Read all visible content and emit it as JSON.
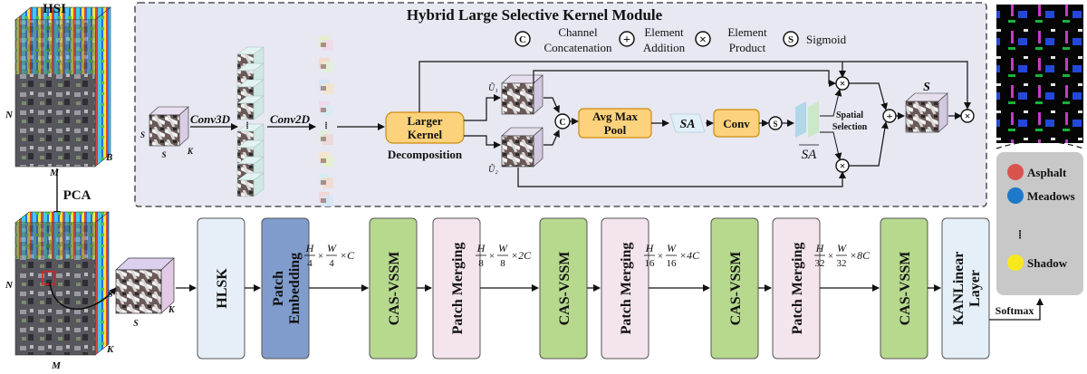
{
  "hsi": {
    "label": "HSI",
    "dim_n": "N",
    "dim_m": "M",
    "dim_b": "B"
  },
  "pca": {
    "label": "PCA",
    "dim_n": "N",
    "dim_m": "M",
    "dim_k": "K"
  },
  "patch_cube": {
    "dim_s1": "S",
    "dim_s2": "S",
    "dim_k": "K"
  },
  "module": {
    "title": "Hybrid Large Selective Kernel Module",
    "legend": [
      {
        "symbol": "C",
        "line1": "Channel",
        "line2": "Concatenation"
      },
      {
        "symbol": "+",
        "line1": "Element",
        "line2": "Addition"
      },
      {
        "symbol": "×",
        "line1": "Element",
        "line2": "Product"
      },
      {
        "symbol": "S",
        "line1": "Sigmoid",
        "line2": ""
      }
    ],
    "input_cube": {
      "dim_s1": "S",
      "dim_s2": "S",
      "dim_k": "K"
    },
    "conv3d": "Conv3D",
    "conv2d": "Conv2D",
    "lkd_line1": "Larger",
    "lkd_line2": "Kernel",
    "lkd_line3": "Decomposition",
    "u1": "Ũ₁",
    "u2": "Ũ₂",
    "concat": "C",
    "pool": "Avg Max Pool",
    "sa": "SA",
    "conv": "Conv",
    "sig": "S",
    "sa_tilde": "SA",
    "spatial_line1": "Spatial",
    "spatial_line2": "Selection",
    "output_s": "S"
  },
  "pipeline": [
    {
      "label": "HLSK",
      "color": "#e6eff8"
    },
    {
      "label": "Patch Embedding",
      "color": "#7f9ccc"
    },
    {
      "label": "CAS-VSSM",
      "color": "#b6d98e"
    },
    {
      "label": "Patch Merging",
      "color": "#f4e4ed"
    },
    {
      "label": "CAS-VSSM",
      "color": "#b6d98e"
    },
    {
      "label": "Patch Merging",
      "color": "#f4e4ed"
    },
    {
      "label": "CAS-VSSM",
      "color": "#b6d98e"
    },
    {
      "label": "Patch Merging",
      "color": "#f4e4ed"
    },
    {
      "label": "CAS-VSSM",
      "color": "#b6d98e"
    },
    {
      "label": "KANLinear Layer",
      "color": "#e4eff7"
    }
  ],
  "dims": [
    {
      "h": "H",
      "hd": "4",
      "w": "W",
      "wd": "4",
      "c": "×C"
    },
    {
      "h": "H",
      "hd": "8",
      "w": "W",
      "wd": "8",
      "c": "×2C"
    },
    {
      "h": "H",
      "hd": "16",
      "w": "W",
      "wd": "16",
      "c": "×4C"
    },
    {
      "h": "H",
      "hd": "32",
      "w": "W",
      "wd": "32",
      "c": "×8C"
    }
  ],
  "softmax": "Softmax",
  "classes": [
    {
      "name": "Asphalt",
      "color": "#d9534f"
    },
    {
      "name": "Meadows",
      "color": "#1f78c8"
    },
    {
      "name": "Shadow",
      "color": "#f7e81e"
    }
  ],
  "ellipsis": "⁞"
}
